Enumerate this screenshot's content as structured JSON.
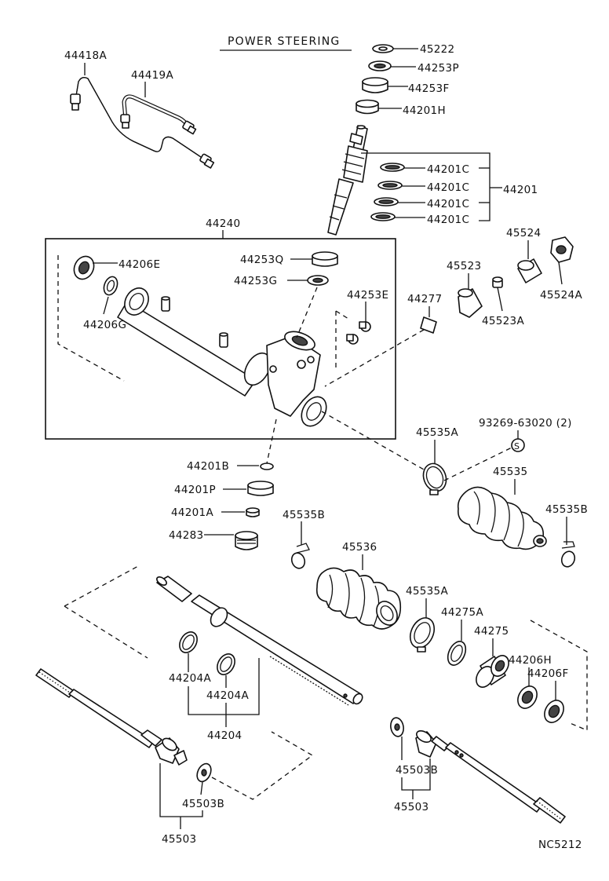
{
  "title": "POWER STEERING",
  "code": "NC5212",
  "parts": {
    "p45222": "45222",
    "p44253P": "44253P",
    "p44253F": "44253F",
    "p44201H": "44201H",
    "p44201C_1": "44201C",
    "p44201C_2": "44201C",
    "p44201C_3": "44201C",
    "p44201C_4": "44201C",
    "p44201": "44201",
    "p44418A": "44418A",
    "p44419A": "44419A",
    "p44240": "44240",
    "p44206E": "44206E",
    "p44206G": "44206G",
    "p44253Q": "44253Q",
    "p44253G": "44253G",
    "p44253E": "44253E",
    "p44277": "44277",
    "p45523": "45523",
    "p45524": "45524",
    "p45524A": "45524A",
    "p45523A": "45523A",
    "p93269": "93269-63020 (2)",
    "p45535A_1": "45535A",
    "p45535": "45535",
    "p45535B_1": "45535B",
    "p45535B_2": "45535B",
    "p44201B": "44201B",
    "p44201P": "44201P",
    "p44201A": "44201A",
    "p44283": "44283",
    "p45536": "45536",
    "p45535A_2": "45535A",
    "p44275A": "44275A",
    "p44275": "44275",
    "p44206H": "44206H",
    "p44206F": "44206F",
    "p44204A_1": "44204A",
    "p44204A_2": "44204A",
    "p44204": "44204",
    "p45503B_1": "45503B",
    "p45503_1": "45503",
    "p45503B_2": "45503B",
    "p45503_2": "45503",
    "s_mark": "S"
  }
}
